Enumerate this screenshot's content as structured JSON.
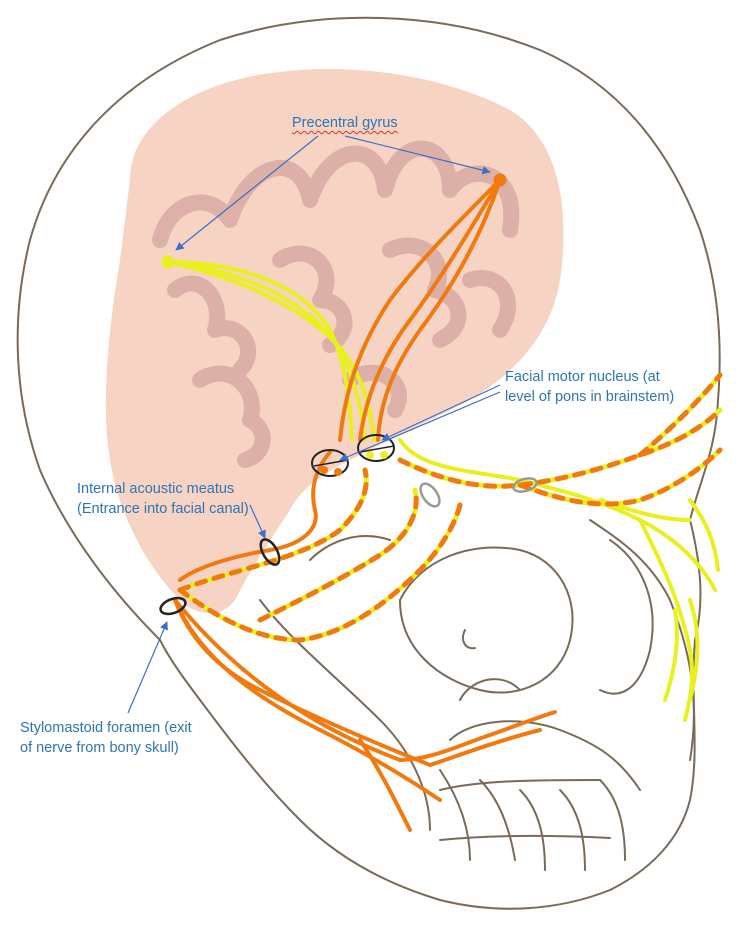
{
  "labels": {
    "precentral": "Precentral gyrus",
    "facial_motor": [
      "Facial motor nucleus (at",
      "level of pons in brainstem)"
    ],
    "internal_acoustic": [
      "Internal acoustic meatus",
      "(Entrance into facial canal)"
    ],
    "stylomastoid": [
      "Stylomastoid foramen (exit",
      "of nerve from bony skull)"
    ]
  },
  "colors": {
    "skull_outline": "#7a6a5a",
    "brain_fill": "#f6d3c3",
    "gyri_fill": "#d8aaa4",
    "upper_motor_neuron": "#f07a10",
    "lower_motor_neuron_yellow": "#e8f020",
    "annotation_text": "#2E75B6",
    "annotation_arrow": "#3d6fc4",
    "spellcheck_underline": "#d9352a"
  }
}
